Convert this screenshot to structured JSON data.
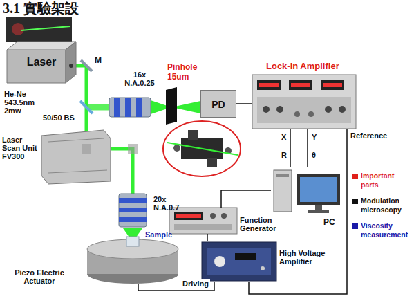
{
  "diagram": {
    "title": "3.1 實驗架設",
    "nodes": [
      {
        "text": [
          "Laser"
        ]
      },
      {
        "text": [
          "16x N.A.0.25"
        ]
      },
      {
        "text": [
          "Pinhole 15um"
        ]
      },
      {
        "text": [
          "PD"
        ]
      },
      {
        "text": [
          "Lock-in Amplifier"
        ]
      },
      {
        "text": [
          "Laser Scan Unit FV300"
        ]
      },
      {
        "text": [
          "20x N.A.0.7"
        ]
      },
      {
        "text": [
          "PC"
        ]
      },
      {
        "text": [
          "Function Generator"
        ]
      },
      {
        "text": [
          "Piezo Electric Actuator"
        ]
      },
      {
        "text": [
          "High Voltage Amplifier"
        ]
      }
    ],
    "edges": [
      {
        "from": 3,
        "to": 4,
        "arrow": "none"
      },
      {
        "from": 4,
        "to": 7,
        "arrow": "none"
      },
      {
        "from": 4,
        "to": 7,
        "arrow": "none"
      },
      {
        "from": 7,
        "to": 8,
        "arrow": "none"
      },
      {
        "from": 8,
        "to": 10,
        "arrow": "none"
      },
      {
        "from": 10,
        "to": 9,
        "label": "Driving",
        "arrow": "none"
      },
      {
        "from": 4,
        "to": 10,
        "arrow": "none"
      }
    ],
    "labels": [
      "M",
      "He-Ne 543.5nm 2mw",
      "50/50 BS",
      "X",
      "R",
      "Y",
      "θ",
      "Reference",
      "Sample"
    ],
    "legend": [
      {
        "text": "important parts",
        "color": "#e0201a"
      },
      {
        "text": "Modulation microscopy",
        "color": "#111111"
      },
      {
        "text": "Viscosity measurement",
        "color": "#1a1aa8"
      }
    ]
  }
}
